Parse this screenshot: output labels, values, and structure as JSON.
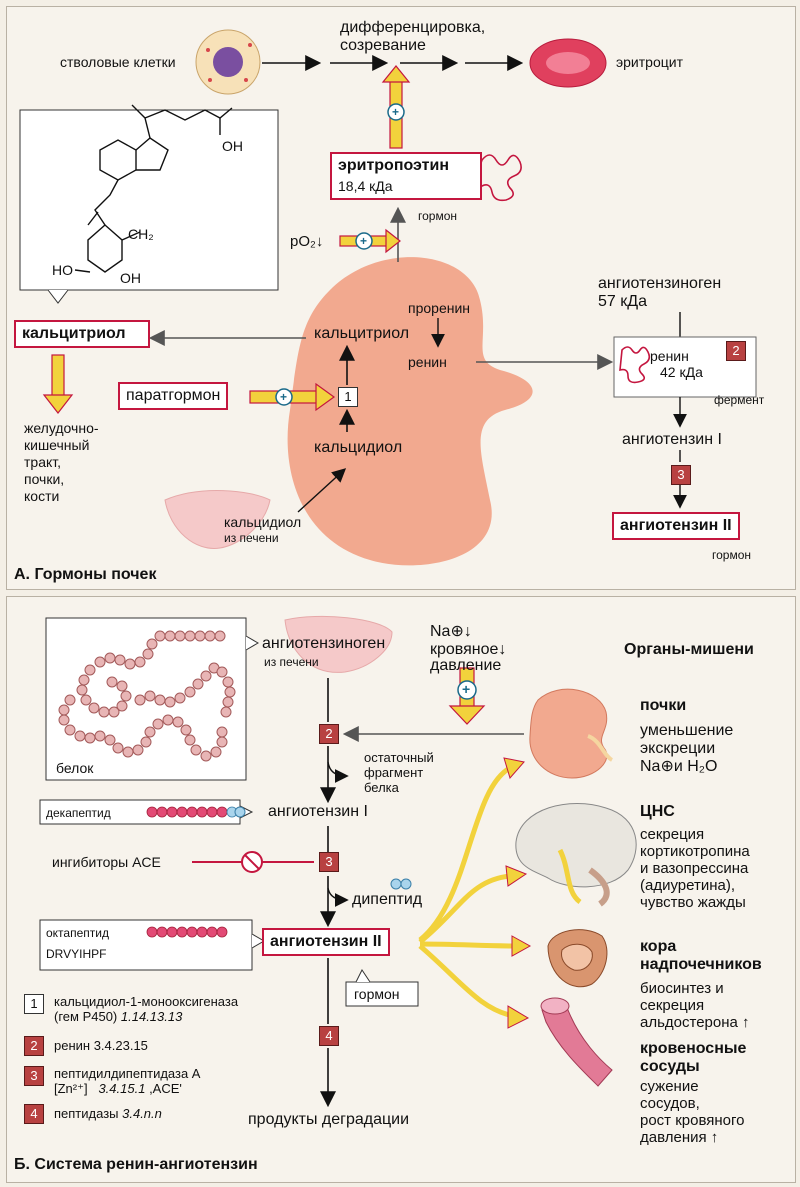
{
  "panelA": {
    "title": "А. Гормоны почек",
    "stem_cells": "стволовые клетки",
    "differentiation": "дифференцировка,",
    "maturation": "созревание",
    "erythrocyte": "эритроцит",
    "erythropoietin": "эритропоэтин",
    "epo_mass": "18,4 кДа",
    "epo_hormone": "гормон",
    "po2": "pO₂↓",
    "calcitriol_box": "кальцитриол",
    "target_organs": [
      "желудочно-",
      "кишечный",
      "тракт,",
      "почки,",
      "кости"
    ],
    "calcitriol_in_kidney": "кальцитриол",
    "parathormone": "паратгормон",
    "calcidiol": "кальцидиол",
    "calcidiol_liver": "кальцидиол",
    "from_liver": "из печени",
    "prorenin": "проренин",
    "renin": "ренин",
    "angiotensinogen": "ангиотензиноген",
    "angiotensinogen_mass": "57 кДа",
    "renin_enzyme": "ренин",
    "renin_mass": "42 кДа",
    "enzyme": "фермент",
    "angiotensin_I": "ангиотензин I",
    "angiotensin_II": "ангиотензин II",
    "hormone_bottom": "гормон",
    "oh_top": "OH",
    "ch2": "CH₂",
    "ho_left": "HO",
    "oh_bottom": "OH",
    "steps": {
      "s1": "1",
      "s2": "2",
      "s3": "3"
    },
    "plus": "+"
  },
  "panelB": {
    "title": "Б. Система ренин-ангиотензин",
    "protein": "белок",
    "angiotensinogen": "ангиотензиноген",
    "from_liver": "из печени",
    "na": "Na",
    "na_sup": "⊕↓",
    "blood_pressure": "кровяное↓",
    "pressure": "давление",
    "target_title": "Органы-мишени",
    "residual": [
      "остаточный",
      "фрагмент",
      "белка"
    ],
    "decapeptide": "декапептид",
    "angiotensin_I": "ангиотензин I",
    "ace_inhibitors": "ингибиторы ACE",
    "dipeptide": "дипептид",
    "octapeptide": "октапептид",
    "octa_seq": "DRVYIHPF",
    "angiotensin_II": "ангиотензин II",
    "hormone": "гормон",
    "degradation": "продукты деградации",
    "kidneys": "почки",
    "kidneys_effect": [
      "уменьшение",
      "экскреции",
      "Na⊕и H₂O"
    ],
    "cns": "ЦНС",
    "cns_effect": [
      "секреция",
      "кортикотропина",
      "и вазопрессина",
      "(адиуретина),",
      "чувство жажды"
    ],
    "adrenal": [
      "кора",
      "надпочечников"
    ],
    "adrenal_effect": [
      "биосинтез и",
      "секреция",
      "альдостерона ↑"
    ],
    "vessels": [
      "кровеносные",
      "сосуды"
    ],
    "vessels_effect": [
      "сужение",
      "сосудов,",
      "рост кровяного",
      "давления ↑"
    ],
    "legend": [
      {
        "n": "1",
        "text": "кальцидиол-1-монооксигеназа",
        "text2": "(гем P450)",
        "ec": "1.14.13.13"
      },
      {
        "n": "2",
        "text": "ренин 3.4.23.15"
      },
      {
        "n": "3",
        "text": "пептидилдипептидаза А",
        "text2": "[Zn²⁺]",
        "ec": "3.4.15.1",
        "abbr": ",ACE'"
      },
      {
        "n": "4",
        "text": "пептидазы",
        "ec": "3.4.n.n"
      }
    ],
    "steps": {
      "s2": "2",
      "s3": "3",
      "s4": "4"
    },
    "plus": "+"
  },
  "colors": {
    "accent": "#c4163f",
    "kidney": "#f2a98f",
    "arrow_yellow": "#f2d23c",
    "step_red": "#b84141"
  }
}
